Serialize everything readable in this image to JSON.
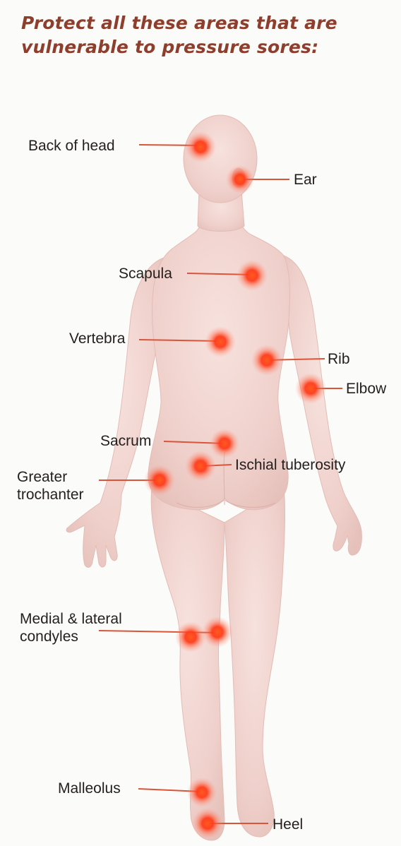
{
  "title": {
    "line1": "Protect all these areas that are",
    "line2": "vulnerable to pressure sores:"
  },
  "labels": {
    "back_of_head": "Back of head",
    "ear": "Ear",
    "scapula": "Scapula",
    "vertebra": "Vertebra",
    "rib": "Rib",
    "elbow": "Elbow",
    "sacrum": "Sacrum",
    "ischial_tuberosity": "Ischial tuberosity",
    "greater_trochanter_line1": "Greater",
    "greater_trochanter_line2": "trochanter",
    "condyles_line1": "Medial & lateral",
    "condyles_line2": "condyles",
    "malleolus": "Malleolus",
    "heel": "Heel"
  },
  "colors": {
    "title": "#8e3e2c",
    "label_text": "#231f1c",
    "leader_line": "#d9553a",
    "pressure_point": "#ff3b1a",
    "body_skin": "#f0d3cf"
  }
}
